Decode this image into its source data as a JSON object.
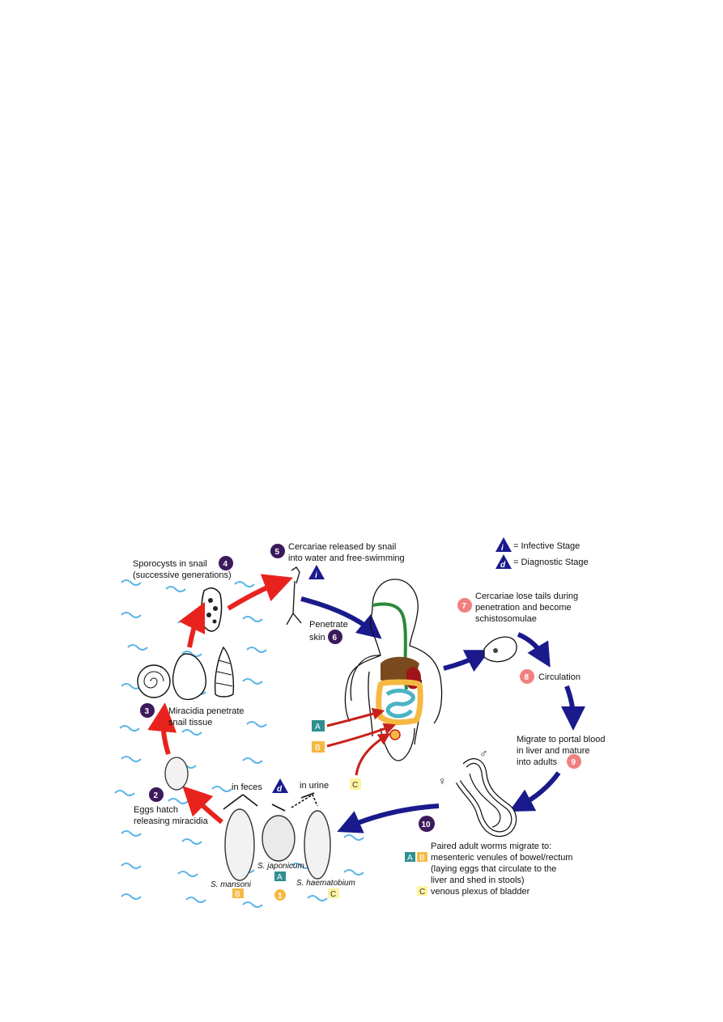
{
  "legend": {
    "infective_letter": "i",
    "infective_text": "= Infective Stage",
    "diagnostic_letter": "d",
    "diagnostic_text": "= Diagnostic Stage"
  },
  "steps": {
    "s1": "1",
    "s2": "2",
    "s3": "3",
    "s4": "4",
    "s5": "5",
    "s6": "6",
    "s7": "7",
    "s8": "8",
    "s9": "9",
    "s10": "10"
  },
  "labels": {
    "sporocysts_1": "Sporocysts in snail",
    "sporocysts_2": "(successive generations)",
    "cercariae_released_1": "Cercariae released by snail",
    "cercariae_released_2": "into water and free-swimming",
    "penetrate_1": "Penetrate",
    "penetrate_2": "skin",
    "lose_tails_1": "Cercariae lose tails during",
    "lose_tails_2": "penetration and become",
    "lose_tails_3": "schistosomulae",
    "circulation": "Circulation",
    "migrate_1": "Migrate to portal blood",
    "migrate_2": "in liver and mature",
    "migrate_3": "into adults",
    "miracidia_1": "Miracidia penetrate",
    "miracidia_2": "snail tissue",
    "eggs_1": "Eggs hatch",
    "eggs_2": "releasing miracidia",
    "in_feces": "in feces",
    "in_urine": "in urine",
    "s_mansoni": "S. mansoni",
    "s_japonicum": "S. japonicum",
    "s_haematobium": "S. haematobium",
    "paired_1": "Paired adult worms migrate to:",
    "paired_2": "mesenteric venules of bowel/rectum",
    "paired_3": "(laying eggs that circulate to the",
    "paired_4": "liver and shed in stools)",
    "paired_5": "venous plexus of bladder",
    "female": "♀",
    "male": "♂"
  },
  "boxes": {
    "a": "A",
    "b": "B",
    "c": "C"
  },
  "colors": {
    "dark_purple": "#3d1a5c",
    "salmon": "#f08080",
    "navy": "#1a1a8c",
    "red": "#e8231e",
    "teal": "#2f8f8f",
    "orange": "#f5b942",
    "yellow": "#fff3a0",
    "water": "#5ab4e8"
  }
}
